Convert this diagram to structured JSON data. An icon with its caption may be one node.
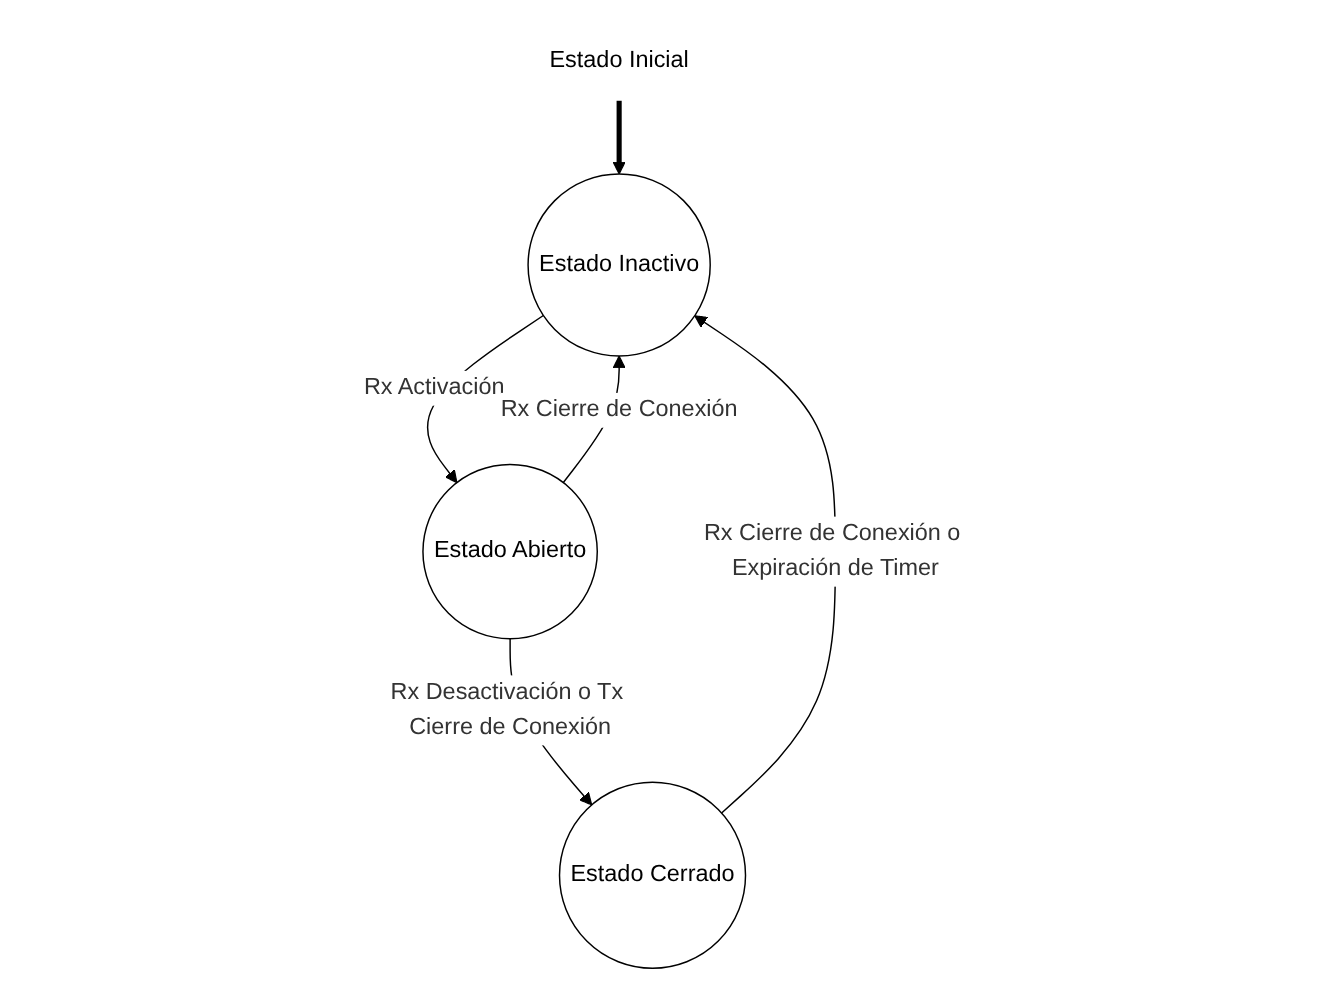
{
  "diagram": {
    "nodes": [
      {
        "text": [
          "Estado Inicial"
        ]
      },
      {
        "text": [
          "Estado Inactivo"
        ]
      },
      {
        "text": [
          "Estado Abierto"
        ]
      },
      {
        "text": [
          "Estado Cerrado"
        ]
      }
    ],
    "edges": [
      {
        "from": 0,
        "to": 1,
        "arrow": "to",
        "style": "thick"
      },
      {
        "from": 1,
        "to": 2,
        "arrow": "to",
        "label": "Rx Activación"
      },
      {
        "from": 2,
        "to": 1,
        "arrow": "to",
        "label": "Rx Cierre de Conexión"
      },
      {
        "from": 2,
        "to": 3,
        "arrow": "to",
        "label": "Rx Desactivación o Tx Cierre de Conexión"
      },
      {
        "from": 3,
        "to": 1,
        "arrow": "to",
        "label": "Rx Cierre de Conexión o Expiración de Timer"
      }
    ]
  }
}
